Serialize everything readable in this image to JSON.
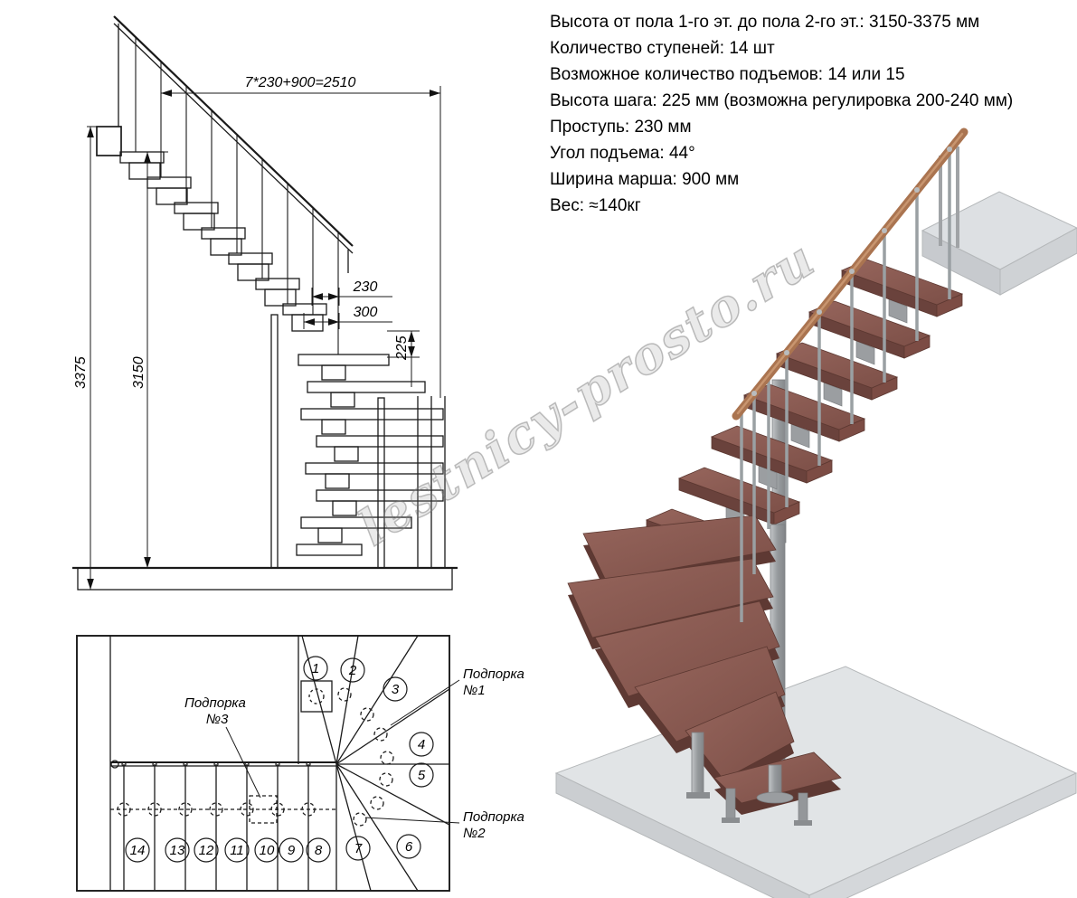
{
  "specs": {
    "lines": [
      "Высота от пола 1-го эт. до пола 2-го эт.: 3150-3375 мм",
      "Количество ступеней: 14 шт",
      "Возможное количество подъемов: 14 или 15",
      "Высота шага: 225 мм (возможна регулировка 200-240 мм)",
      "Проступь: 230 мм",
      "Угол подъема: 44°",
      "Ширина марша: 900 мм",
      "Вес: ≈140кг"
    ]
  },
  "elevation": {
    "dims": {
      "run": "7*230+900=2510",
      "height_total": "3375",
      "height_clear": "3150",
      "tread": "230",
      "step": "300",
      "rise": "225"
    }
  },
  "plan": {
    "steps": [
      "1",
      "2",
      "3",
      "4",
      "5",
      "6",
      "7",
      "8",
      "9",
      "10",
      "11",
      "12",
      "13",
      "14"
    ],
    "supports": [
      {
        "label": "Подпорка",
        "number": "№1"
      },
      {
        "label": "Подпорка",
        "number": "№2"
      },
      {
        "label": "Подпорка",
        "number": "№3"
      }
    ]
  },
  "watermark": "lestnicy-prosto.ru"
}
